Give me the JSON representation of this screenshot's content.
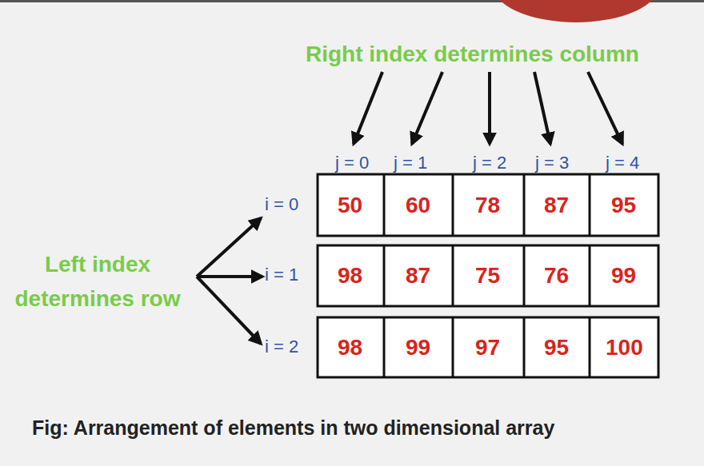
{
  "diagram": {
    "caption": "Fig: Arrangement of elements in two dimensional array",
    "labels": [
      "Right index determines column",
      "j = 0",
      "j = 1",
      "j = 2",
      "j = 3",
      "j = 4",
      "Left index determines row",
      "i = 0",
      "50",
      "60",
      "78",
      "87",
      "95",
      "i = 1",
      "98",
      "87",
      "75",
      "76",
      "99",
      "i = 2",
      "98",
      "99",
      "97",
      "95",
      "100"
    ]
  }
}
